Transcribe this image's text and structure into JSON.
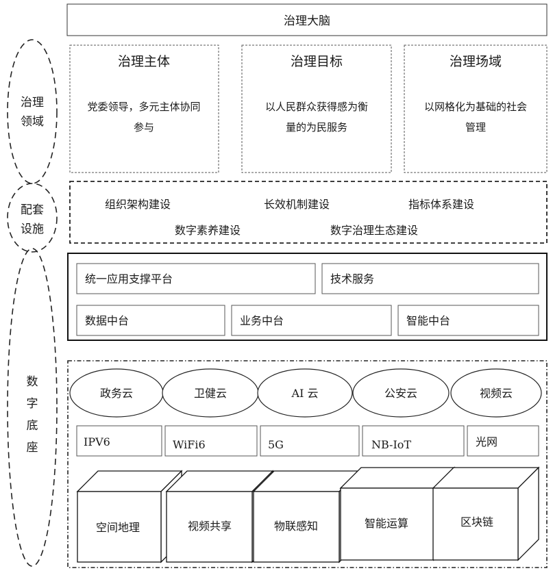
{
  "top": {
    "title": "治理大脑"
  },
  "side_labels": {
    "governance": [
      "治理",
      "领域"
    ],
    "support": [
      "配套",
      "设施"
    ],
    "digital": [
      "数",
      "字",
      "底",
      "座"
    ]
  },
  "governance": [
    {
      "title": "治理主体",
      "desc_lines": [
        "党委领导，多元主体协同",
        "参与"
      ]
    },
    {
      "title": "治理目标",
      "desc_lines": [
        "以人民群众获得感为衡",
        "量的为民服务"
      ]
    },
    {
      "title": "治理场域",
      "desc_lines": [
        "以网格化为基础的社会",
        "管理"
      ]
    }
  ],
  "support": {
    "row1": [
      "组织架构建设",
      "长效机制建设",
      "指标体系建设"
    ],
    "row2": [
      "数字素养建设",
      "数字治理生态建设"
    ]
  },
  "platform": {
    "row1": [
      "统一应用支撑平台",
      "技术服务"
    ],
    "row2": [
      "数据中台",
      "业务中台",
      "智能中台"
    ]
  },
  "clouds": [
    "政务云",
    "卫健云",
    "AI 云",
    "公安云",
    "视频云"
  ],
  "networks": [
    "IPV6",
    "WiFi6",
    "5G",
    "NB-IoT",
    "光网"
  ],
  "cubes": [
    "空间地理",
    "视频共享",
    "物联感知",
    "智能运算",
    "区块链"
  ]
}
